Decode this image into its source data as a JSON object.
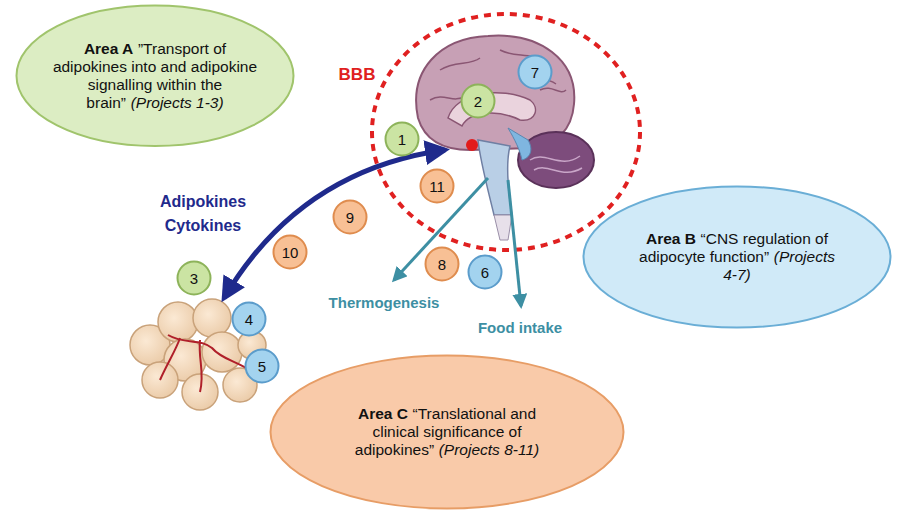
{
  "diagram": {
    "nodes": [
      {
        "text": [
          "Area A",
          "”Transport of adipokines into and adipokine signalling within the brain”",
          "(Projects 1-3)"
        ]
      },
      {
        "text": [
          "7"
        ]
      },
      {
        "text": [
          "2"
        ]
      },
      {
        "text": [
          "1"
        ]
      },
      {
        "text": [
          "11"
        ]
      },
      {
        "text": [
          "9"
        ]
      },
      {
        "text": [
          "10"
        ]
      },
      {
        "text": [
          "3"
        ]
      },
      {
        "text": [
          "8"
        ]
      },
      {
        "text": [
          "6"
        ]
      },
      {
        "text": [
          "Area B",
          "“CNS regulation of adipocyte function”",
          "(Projects 4-7)"
        ]
      },
      {
        "text": [
          "4"
        ]
      },
      {
        "text": [
          "5"
        ]
      },
      {
        "text": [
          "Area C",
          "“Translational and clinical significance of adipokines”",
          "(Projects 8-11)"
        ]
      }
    ],
    "labels": [
      "BBB",
      "Adipokines Cytokines",
      "Thermogenesis",
      "Food intake"
    ]
  }
}
